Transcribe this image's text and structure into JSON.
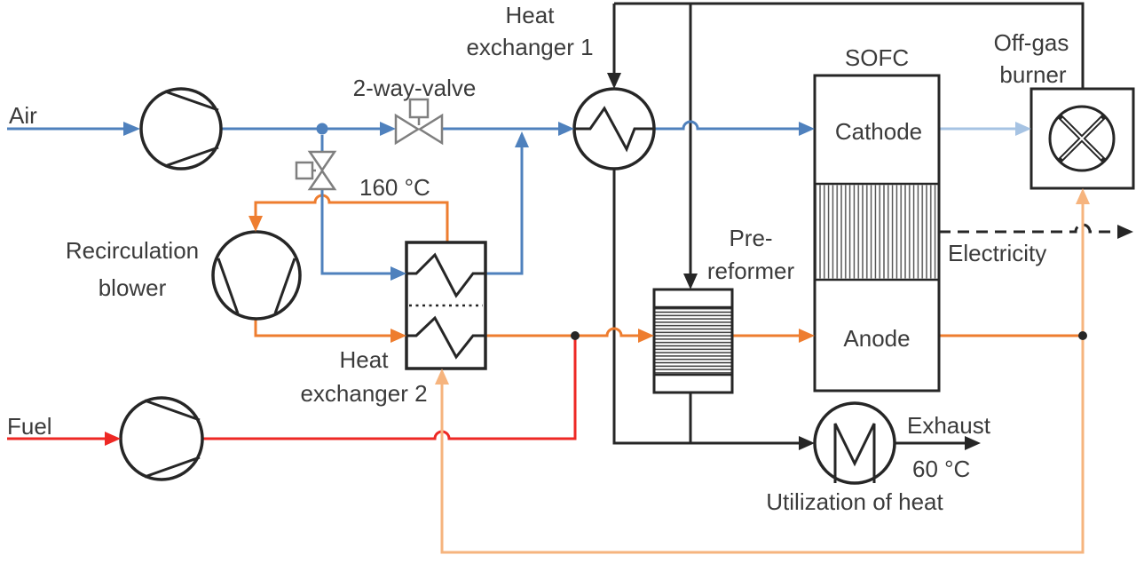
{
  "diagram": "SOFC system process flow diagram",
  "colors": {
    "air": "#4f81bd",
    "cathode_offgas": "#a6c3e3",
    "anode_loop": "#ee7d2f",
    "return_loop": "#f6b47e",
    "fuel": "#ee2824",
    "offgas": "#262626",
    "valve": "#7f7f7f",
    "text": "#3b3b3b"
  },
  "labels": {
    "air": "Air",
    "fuel": "Fuel",
    "two_way_valve": "2-way-valve",
    "hx1_line1": "Heat",
    "hx1_line2": "exchanger 1",
    "temp_160": "160 °C",
    "recirc_line1": "Recirculation",
    "recirc_line2": "blower",
    "hx2_line1": "Heat",
    "hx2_line2": "exchanger 2",
    "prereformer_line1": "Pre-",
    "prereformer_line2": "reformer",
    "sofc": "SOFC",
    "cathode": "Cathode",
    "anode": "Anode",
    "offgas_burner_line1": "Off-gas",
    "offgas_burner_line2": "burner",
    "electricity": "Electricity",
    "exhaust": "Exhaust",
    "temp_60": "60 °C",
    "utilization": "Utilization of heat"
  }
}
